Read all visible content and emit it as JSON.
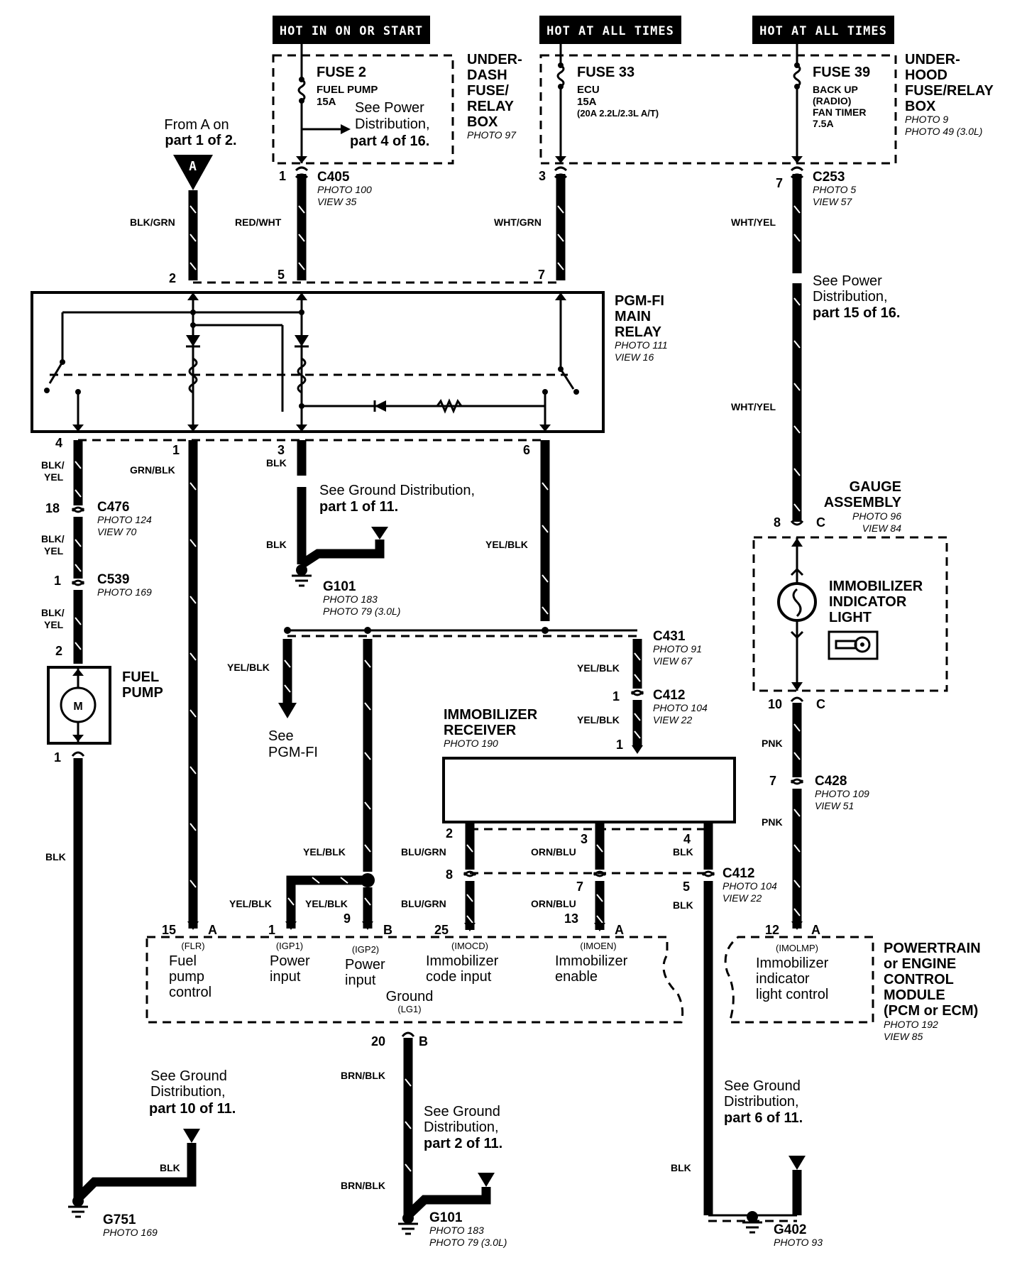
{
  "headers": {
    "hot_start": "HOT IN ON OR START",
    "hot_all_1": "HOT AT ALL TIMES",
    "hot_all_2": "HOT AT ALL TIMES"
  },
  "underdash_box": {
    "fuse2_title": "FUSE 2",
    "fuse2_name": "FUEL PUMP",
    "fuse2_amps": "15A",
    "see1": "See Power",
    "see2": "Distribution,",
    "see3": "part 4 of 16.",
    "label1": "UNDER-",
    "label2": "DASH",
    "label3": "FUSE/",
    "label4": "RELAY",
    "label5": "BOX",
    "photo": "PHOTO 97"
  },
  "underhood_box": {
    "fuse33_title": "FUSE 33",
    "fuse33_name": "ECU",
    "fuse33_amps": "15A",
    "fuse33_note": "(20A 2.2L/2.3L A/T)",
    "fuse39_title": "FUSE 39",
    "fuse39_l1": "BACK UP",
    "fuse39_l2": "(RADIO)",
    "fuse39_l3": "FAN TIMER",
    "fuse39_amps": "7.5A",
    "label1": "UNDER-",
    "label2": "HOOD",
    "label3": "FUSE/RELAY",
    "label4": "BOX",
    "photo1": "PHOTO 9",
    "photo2": "PHOTO 49 (3.0L)"
  },
  "from_a": {
    "l1": "From A on",
    "l2": "part 1 of 2.",
    "letter": "A"
  },
  "connectors": {
    "c405": {
      "name": "C405",
      "p1": "PHOTO 100",
      "p2": "VIEW 35",
      "pin": "1"
    },
    "c253": {
      "name": "C253",
      "p1": "PHOTO 5",
      "p2": "VIEW 57",
      "pin": "7"
    },
    "c476": {
      "name": "C476",
      "p1": "PHOTO 124",
      "p2": "VIEW 70",
      "pin": "18"
    },
    "c539": {
      "name": "C539",
      "p1": "PHOTO 169",
      "pin": "1"
    },
    "c431": {
      "name": "C431",
      "p1": "PHOTO 91",
      "p2": "VIEW 67"
    },
    "c412a": {
      "name": "C412",
      "p1": "PHOTO 104",
      "p2": "VIEW 22",
      "pin": "1"
    },
    "c428": {
      "name": "C428",
      "p1": "PHOTO 109",
      "p2": "VIEW 51",
      "pin": "7"
    },
    "c412b": {
      "name": "C412",
      "p1": "PHOTO 104",
      "p2": "VIEW 22"
    }
  },
  "wires": {
    "blk_grn": "BLK/GRN",
    "red_wht": "RED/WHT",
    "wht_grn": "WHT/GRN",
    "wht_yel_1": "WHT/YEL",
    "wht_yel_2": "WHT/YEL",
    "blk_yel_1a": "BLK/",
    "blk_yel_1b": "YEL",
    "blk_yel_2a": "BLK/",
    "blk_yel_2b": "YEL",
    "blk_yel_3a": "BLK/",
    "blk_yel_3b": "YEL",
    "grn_blk": "GRN/BLK",
    "blk_g101a": "BLK",
    "blk_g101b": "BLK",
    "yel_blk_1": "YEL/BLK",
    "yel_blk_2": "YEL/BLK",
    "yel_blk_3": "YEL/BLK",
    "yel_blk_4": "YEL/BLK",
    "yel_blk_5": "YEL/BLK",
    "yel_blk_6": "YEL/BLK",
    "yel_blk_7": "YEL/BLK",
    "blk_pump": "BLK",
    "pnk_1": "PNK",
    "pnk_2": "PNK",
    "blu_grn_1": "BLU/GRN",
    "blu_grn_2": "BLU/GRN",
    "orn_blu_1": "ORN/BLU",
    "orn_blu_2": "ORN/BLU",
    "blk_4": "BLK",
    "blk_5": "BLK",
    "brn_blk_1": "BRN/BLK",
    "brn_blk_2": "BRN/BLK",
    "blk_g751": "BLK",
    "blk_g402": "BLK"
  },
  "pins": {
    "r2": "2",
    "r5": "5",
    "r7": "7",
    "r4": "4",
    "r1": "1",
    "r3": "3",
    "r6": "6",
    "c3": "3",
    "fp2": "2",
    "fp1": "1",
    "g8": "8",
    "gC1": "C",
    "g10": "10",
    "gC2": "C",
    "ir2": "2",
    "ir3": "3",
    "ir4": "4",
    "ir8": "8",
    "ir7": "7",
    "ir5": "5",
    "p15": "15",
    "pA1": "A",
    "p1": "1",
    "p9": "9",
    "pB1": "B",
    "p25": "25",
    "p13": "13",
    "pA2": "A",
    "p12": "12",
    "pA3": "A",
    "p20": "20",
    "pB2": "B"
  },
  "relay": {
    "l1": "PGM-FI",
    "l2": "MAIN",
    "l3": "RELAY",
    "p1": "PHOTO 111",
    "p2": "VIEW 16"
  },
  "see_power15": {
    "l1": "See Power",
    "l2": "Distribution,",
    "l3": "part 15 of 16."
  },
  "see_ground1": {
    "l1": "See Ground Distribution,",
    "l2": "part 1 of 11."
  },
  "g101a": {
    "name": "G101",
    "p1": "PHOTO 183",
    "p2": "PHOTO 79 (3.0L)"
  },
  "fuel_pump": {
    "l1": "FUEL",
    "l2": "PUMP",
    "motor": "M"
  },
  "see_pgmfi": {
    "l1": "See",
    "l2": "PGM-FI"
  },
  "gauge": {
    "l1": "GAUGE",
    "l2": "ASSEMBLY",
    "p1": "PHOTO 96",
    "p2": "VIEW 84"
  },
  "immob_light": {
    "l1": "IMMOBILIZER",
    "l2": "INDICATOR",
    "l3": "LIGHT"
  },
  "immob_receiver": {
    "l1": "IMMOBILIZER",
    "l2": "RECEIVER",
    "p1": "PHOTO 190"
  },
  "pcm": {
    "flr_code": "(FLR)",
    "flr_1": "Fuel",
    "flr_2": "pump",
    "flr_3": "control",
    "igp1_code": "(IGP1)",
    "igp1_1": "Power",
    "igp1_2": "input",
    "igp2_code": "(IGP2)",
    "igp2_1": "Power",
    "igp2_2": "input",
    "imocd_code": "(IMOCD)",
    "imocd_1": "Immobilizer",
    "imocd_2": "code input",
    "imoen_code": "(IMOEN)",
    "imoen_1": "Immobilizer",
    "imoen_2": "enable",
    "gnd_1": "Ground",
    "gnd_code": "(LG1)",
    "imolmp_code": "(IMOLMP)",
    "imolmp_1": "Immobilizer",
    "imolmp_2": "indicator",
    "imolmp_3": "light control",
    "label1": "POWERTRAIN",
    "label2": "or ENGINE",
    "label3": "CONTROL",
    "label4": "MODULE",
    "label5": "(PCM or ECM)",
    "photo": "PHOTO 192",
    "view": "VIEW 85"
  },
  "see_ground10": {
    "l1": "See Ground",
    "l2": "Distribution,",
    "l3": "part 10 of 11."
  },
  "see_ground2": {
    "l1": "See Ground",
    "l2": "Distribution,",
    "l3": "part 2 of 11."
  },
  "see_ground6": {
    "l1": "See Ground",
    "l2": "Distribution,",
    "l3": "part 6 of 11."
  },
  "g751": {
    "name": "G751",
    "p1": "PHOTO 169"
  },
  "g101b": {
    "name": "G101",
    "p1": "PHOTO 183",
    "p2": "PHOTO 79 (3.0L)"
  },
  "g402": {
    "name": "G402",
    "p1": "PHOTO 93"
  }
}
